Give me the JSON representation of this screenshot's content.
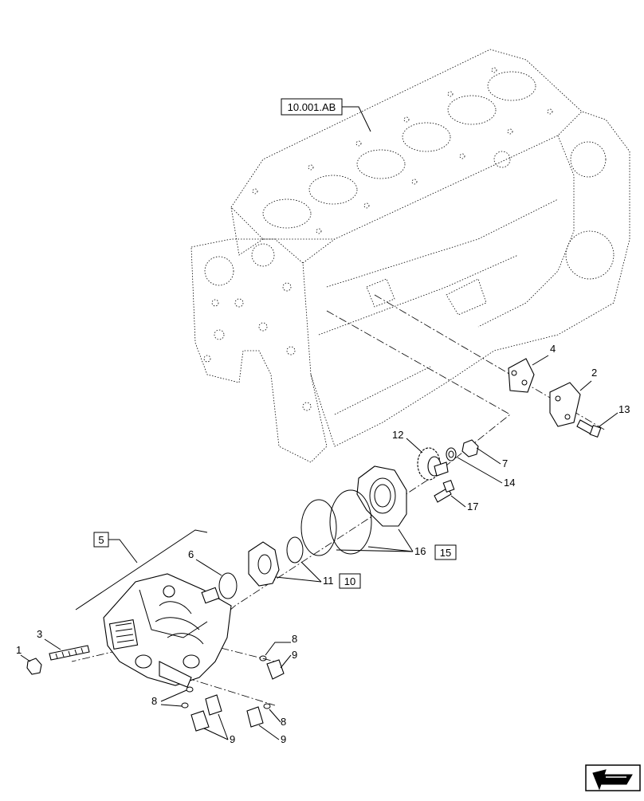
{
  "diagram": {
    "reference_box": "10.001.AB",
    "callouts": [
      {
        "id": "c1",
        "text": "1"
      },
      {
        "id": "c2",
        "text": "2"
      },
      {
        "id": "c3",
        "text": "3"
      },
      {
        "id": "c4",
        "text": "4"
      },
      {
        "id": "c5",
        "text": "5"
      },
      {
        "id": "c6",
        "text": "6"
      },
      {
        "id": "c7",
        "text": "7"
      },
      {
        "id": "c8a",
        "text": "8"
      },
      {
        "id": "c8b",
        "text": "8"
      },
      {
        "id": "c8c",
        "text": "8"
      },
      {
        "id": "c9a",
        "text": "9"
      },
      {
        "id": "c9b",
        "text": "9"
      },
      {
        "id": "c9c",
        "text": "9"
      },
      {
        "id": "c10",
        "text": "10"
      },
      {
        "id": "c11",
        "text": "11"
      },
      {
        "id": "c12",
        "text": "12"
      },
      {
        "id": "c13",
        "text": "13"
      },
      {
        "id": "c14",
        "text": "14"
      },
      {
        "id": "c15",
        "text": "15"
      },
      {
        "id": "c16",
        "text": "16"
      },
      {
        "id": "c17",
        "text": "17"
      }
    ],
    "nav_icon": "next-page-arrow-icon"
  }
}
